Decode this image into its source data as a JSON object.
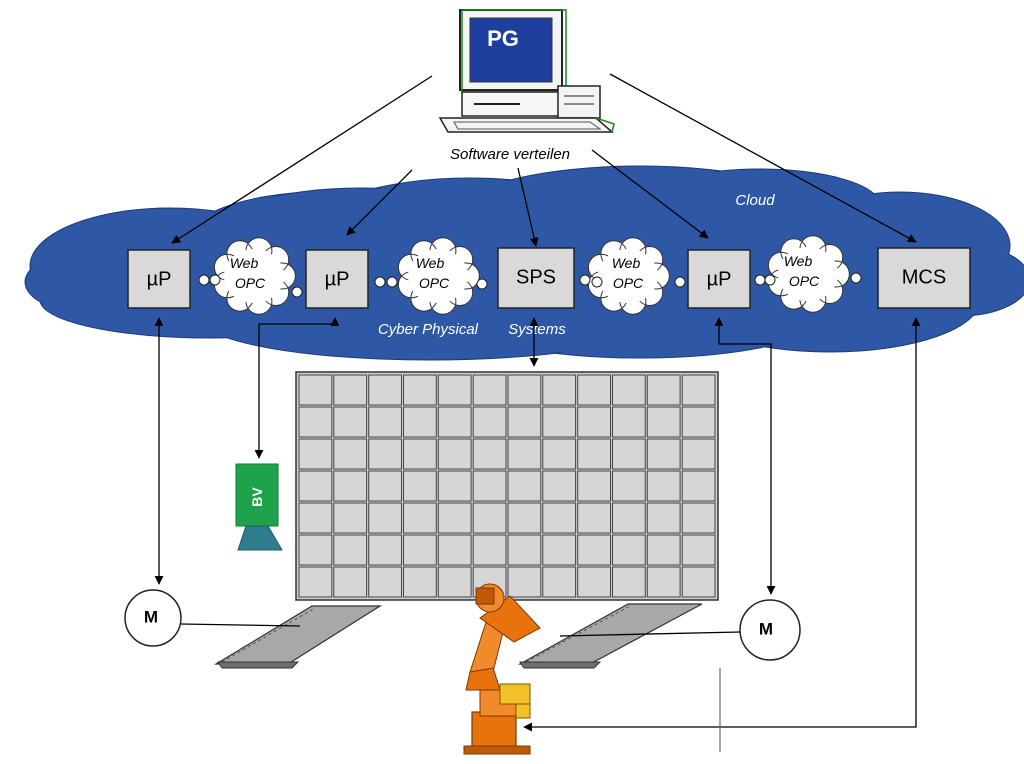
{
  "pc": {
    "screen_label": "PG",
    "caption": "Software verteilen"
  },
  "cloud": {
    "label": "Cloud",
    "bottom_label_1": "Cyber Physical",
    "bottom_label_2": "Systems",
    "fill_color": "#2e58a6"
  },
  "nodes": [
    {
      "id": "up1",
      "label": "µP"
    },
    {
      "id": "up2",
      "label": "µP"
    },
    {
      "id": "sps",
      "label": "SPS"
    },
    {
      "id": "up3",
      "label": "µP"
    },
    {
      "id": "mcs",
      "label": "MCS"
    }
  ],
  "web_opc": [
    {
      "line1": "Web",
      "line2": "OPC"
    },
    {
      "line1": "Web",
      "line2": "OPC"
    },
    {
      "line1": "Web",
      "line2": "OPC"
    },
    {
      "line1": "Web",
      "line2": "OPC"
    }
  ],
  "camera": {
    "label": "BV",
    "color": "#1ea34a",
    "lens_color": "#2e7d8c"
  },
  "motors": [
    {
      "label": "M"
    },
    {
      "label": "M"
    }
  ],
  "robot": {
    "color": "#e8720c"
  },
  "grid": {
    "rows": 7,
    "cols": 12
  }
}
